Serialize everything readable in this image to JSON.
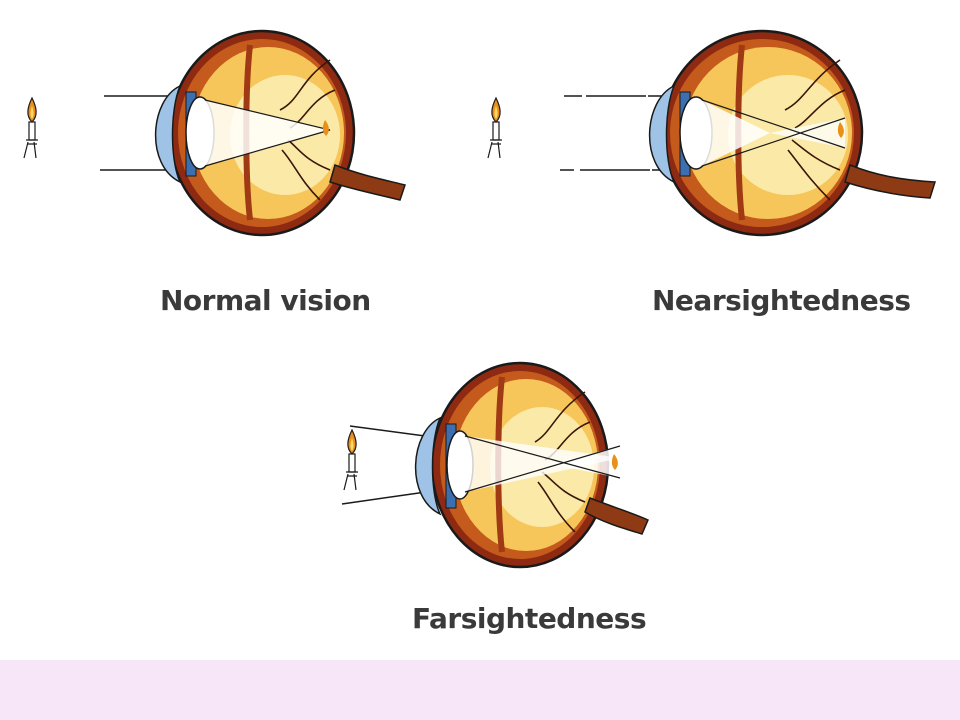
{
  "panels": [
    {
      "id": "normal",
      "caption": "Normal vision"
    },
    {
      "id": "near",
      "caption": "Nearsightedness"
    },
    {
      "id": "far",
      "caption": "Farsightedness"
    }
  ],
  "colors": {
    "background": "#ffffff",
    "bottom_band": "#f6e6f7",
    "caption_text": "#3a3a3a",
    "outline": "#1a1a1a",
    "sclera_outer": "#8e2a12",
    "choroid": "#c45a1c",
    "retina_glow": "#fbe9a8",
    "vitreous": "#f7c65a",
    "cornea": "#9fc3e6",
    "iris": "#3b6fb0",
    "lens": "#ffffff",
    "vessel": "#3a1608",
    "nerve": "#5a2a10",
    "flame": "#e8901a"
  }
}
